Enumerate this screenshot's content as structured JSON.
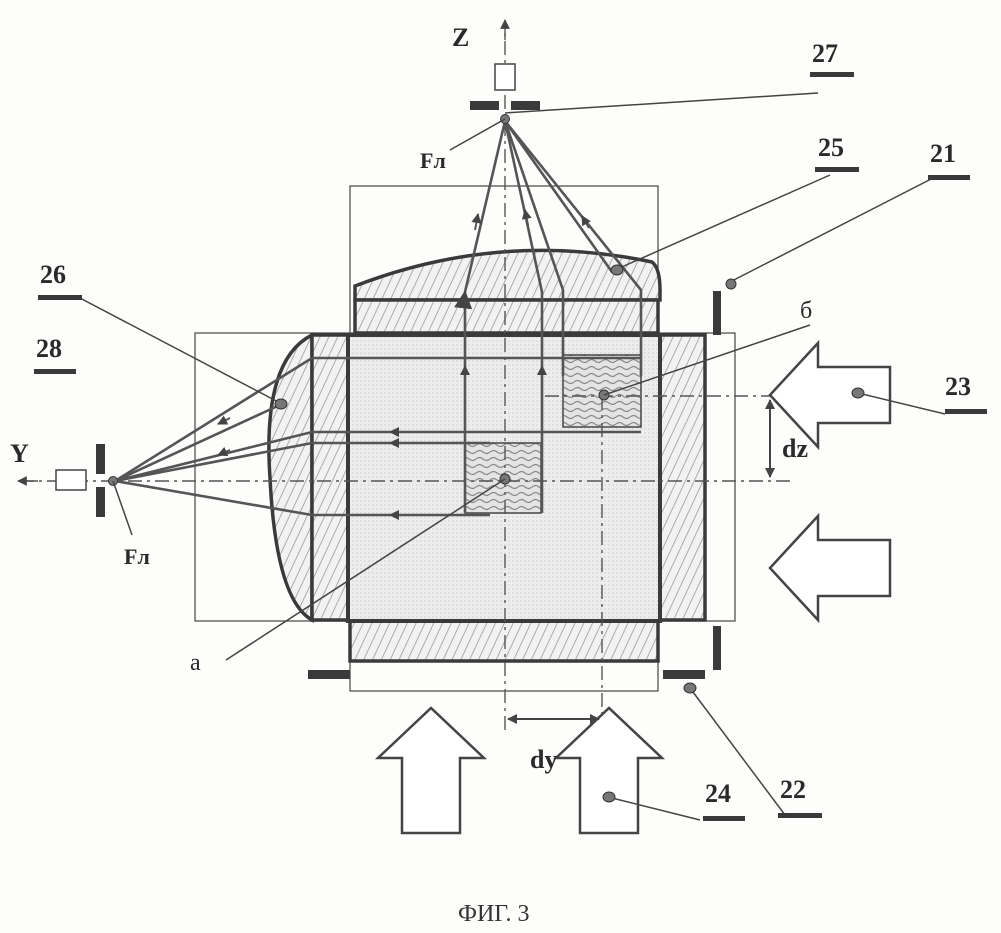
{
  "figure": {
    "caption": "ФИГ. 3",
    "axes": {
      "z": "Z",
      "y": "Y"
    },
    "focus_labels": {
      "top": "Fл",
      "left": "Fл"
    },
    "dimensions": {
      "dz": "dz",
      "dy": "dy"
    },
    "point_labels": {
      "a": "а",
      "b": "б"
    },
    "ref_numbers": {
      "n21": "21",
      "n22": "22",
      "n23": "23",
      "n24": "24",
      "n25": "25",
      "n26": "26",
      "n27": "27",
      "n28": "28"
    }
  }
}
